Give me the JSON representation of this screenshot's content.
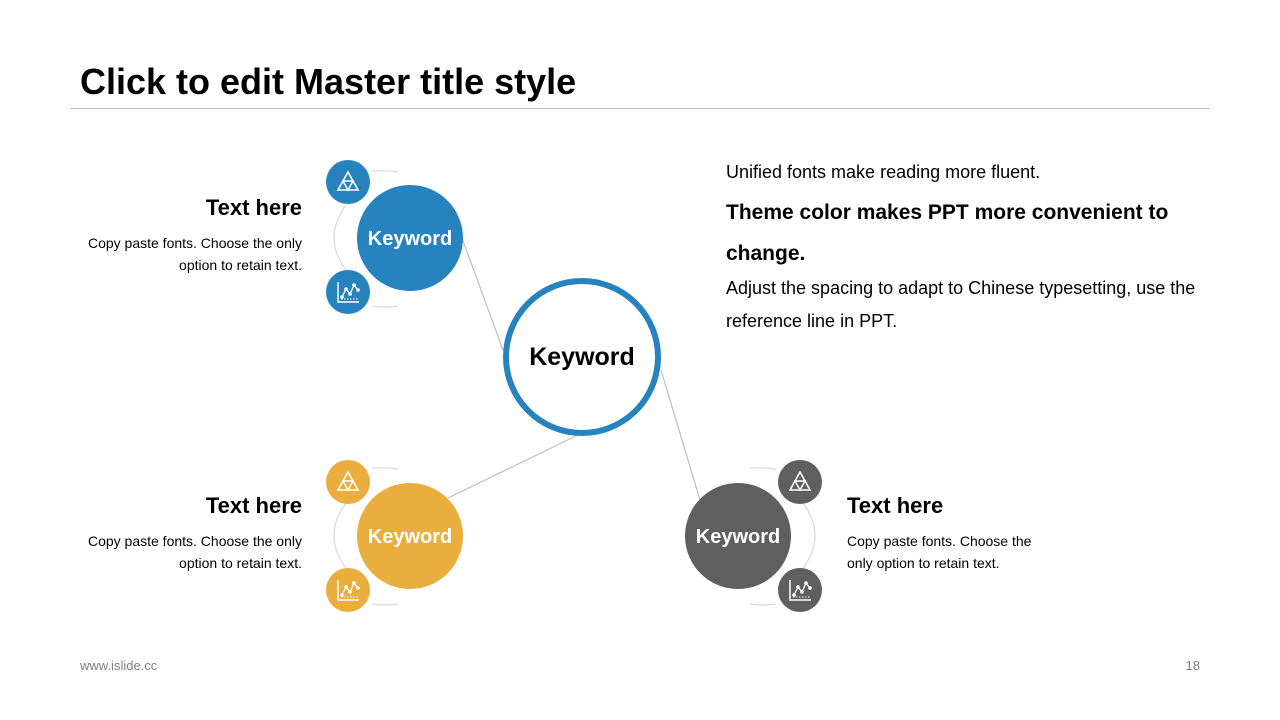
{
  "title": "Click to edit Master title style",
  "colors": {
    "blue": "#2683BE",
    "yellow": "#EAAE3F",
    "gray": "#5F5F5F",
    "connector": "#BFBFBF"
  },
  "center": {
    "label": "Keyword"
  },
  "nodes": [
    {
      "id": "top-left",
      "label": "Keyword",
      "heading": "Text here",
      "desc": "Copy paste fonts. Choose the only option to retain text.",
      "icons": [
        "triangle-icon",
        "chart-icon"
      ]
    },
    {
      "id": "bottom-left",
      "label": "Keyword",
      "heading": "Text here",
      "desc": "Copy paste fonts. Choose the only option to retain text.",
      "icons": [
        "triangle-icon",
        "chart-icon"
      ]
    },
    {
      "id": "bottom-right",
      "label": "Keyword",
      "heading": "Text here",
      "desc": "Copy paste fonts. Choose the only option to retain text.",
      "icons": [
        "triangle-icon",
        "chart-icon"
      ]
    }
  ],
  "info": {
    "line1": "Unified fonts make reading more fluent.",
    "line2": "Theme color makes PPT more convenient to change.",
    "line3": "Adjust the spacing to adapt to Chinese typesetting, use the reference  line in PPT."
  },
  "footer": {
    "website": "www.islide.cc",
    "page_number": "18"
  }
}
